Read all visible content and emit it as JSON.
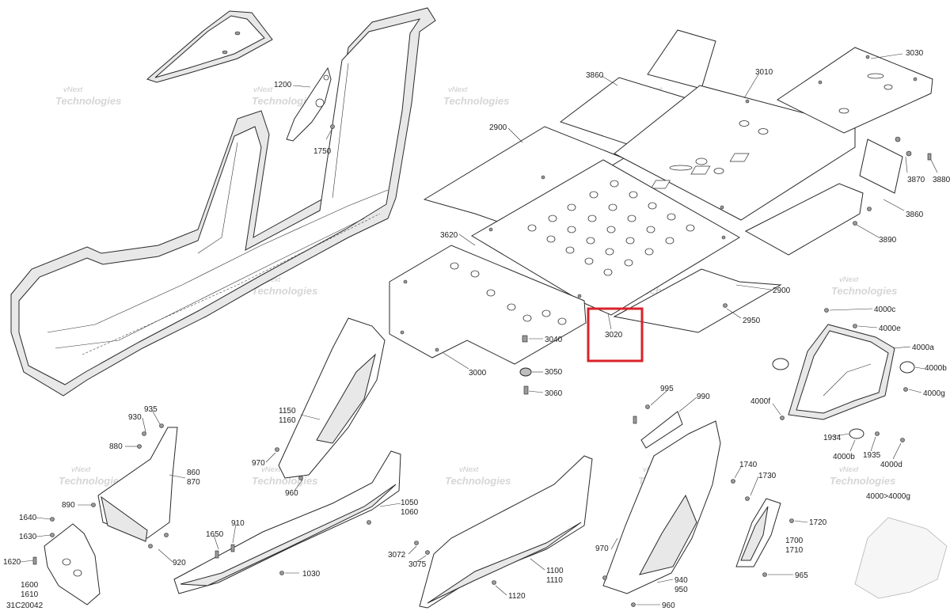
{
  "labels": {
    "l1200": "1200",
    "l1750": "1750",
    "l3860a": "3860",
    "l3010": "3010",
    "l3030": "3030",
    "l2900a": "2900",
    "l3870": "3870",
    "l3880": "3880",
    "l3860b": "3860",
    "l3890": "3890",
    "l3620": "3620",
    "l2900b": "2900",
    "l2950": "2950",
    "l3020": "3020",
    "l3040": "3040",
    "l3000": "3000",
    "l3050": "3050",
    "l3060": "3060",
    "l4000c": "4000c",
    "l4000e": "4000e",
    "l4000a": "4000a",
    "l4000b": "4000b",
    "l4000g": "4000g",
    "l4000f": "4000f",
    "l1934": "1934",
    "l4000bb": "4000b",
    "l1935": "1935",
    "l4000d": "4000d",
    "l995": "995",
    "l990": "990",
    "l935": "935",
    "l930": "930",
    "l880": "880",
    "l1150": "1150",
    "l1160": "1160",
    "l970a": "970",
    "l960a": "960",
    "l860": "860",
    "l870": "870",
    "l890": "890",
    "l1640": "1640",
    "l1630": "1630",
    "l1620": "1620",
    "l1600": "1600",
    "l1610": "1610",
    "l1650": "1650",
    "l910": "910",
    "l920": "920",
    "l1050": "1050",
    "l1060": "1060",
    "l1030": "1030",
    "l3072": "3072",
    "l3075": "3075",
    "l1100": "1100",
    "l1110": "1110",
    "l1120": "1120",
    "l970b": "970",
    "l940": "940",
    "l950": "950",
    "l960b": "960",
    "l1740": "1740",
    "l1730": "1730",
    "l1720": "1720",
    "l1700": "1700",
    "l1710": "1710",
    "l965": "965",
    "l4000range": "4000>4000g",
    "lcode": "31C20042"
  },
  "watermark": {
    "line1": "vNext",
    "line2": "Technologies"
  },
  "highlight": {
    "label": "3020",
    "color": "#d9232a"
  }
}
